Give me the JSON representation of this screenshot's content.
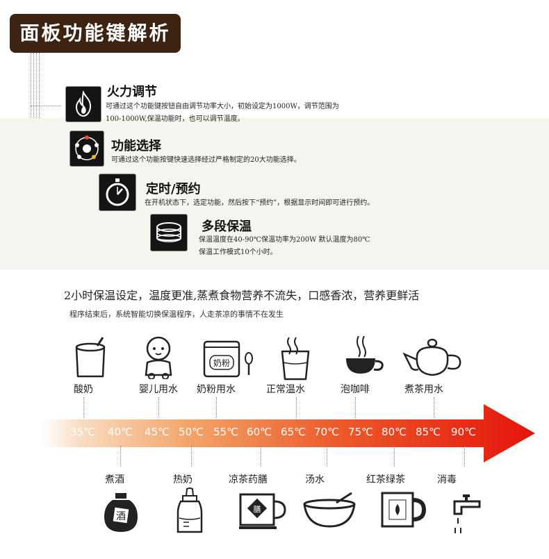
{
  "header": {
    "title": "面板功能键解析"
  },
  "functions": [
    {
      "name": "火力调节",
      "icon": "flame-icon",
      "desc": [
        "可通过这个功能键按钮自由调节功率大小，初始设定为1000W，调节范围为",
        "100-1000W,保温功能时，也可以调节温度。"
      ]
    },
    {
      "name": "功能选择",
      "icon": "function-wheel-icon",
      "desc": [
        "可通过这个功能按键快速选择经过严格制定的20大功能选择。"
      ]
    },
    {
      "name": "定时/预约",
      "icon": "stopwatch-icon",
      "desc": [
        "在开机状态下，选定功能，然后按下“预约”，根据显示时间即可进行预约。"
      ]
    },
    {
      "name": "多段保温",
      "icon": "stacked-pot-icon",
      "desc": [
        "保温温度在40-90℃保温功率为200W 默认温度为80℃",
        "保温工作模式10个小时。"
      ]
    }
  ],
  "warm": {
    "headline": "2小时保温设定，温度更准,蒸煮食物营养不流失，口感香浓，营养更鲜活",
    "subline": "程序结束后，系统智能切换保温程序，人走茶凉的事情不在发生"
  },
  "top_uses": [
    {
      "label": "酸奶",
      "icon": "yogurt-jar-icon"
    },
    {
      "label": "婴儿用水",
      "icon": "baby-icon"
    },
    {
      "label": "奶粉用水",
      "icon": "milk-powder-can-icon",
      "can_text": "奶粉"
    },
    {
      "label": "正常温水",
      "icon": "warm-water-glass-icon"
    },
    {
      "label": "泡咖啡",
      "icon": "coffee-cup-icon"
    },
    {
      "label": "煮茶用水",
      "icon": "teapot-icon"
    }
  ],
  "temperatures": [
    "35℃",
    "40℃",
    "45℃",
    "50℃",
    "55℃",
    "60℃",
    "65℃",
    "70℃",
    "75℃",
    "80℃",
    "85℃",
    "90℃"
  ],
  "bottom_uses": [
    {
      "label": "煮酒",
      "icon": "wine-jar-icon",
      "jar_text": "酒"
    },
    {
      "label": "热奶",
      "icon": "baby-bottle-icon"
    },
    {
      "label": "凉茶药膳",
      "icon": "herbal-mug-icon",
      "mug_text": "膳"
    },
    {
      "label": "汤水",
      "icon": "soup-bowl-icon"
    },
    {
      "label": "红茶绿茶",
      "icon": "tea-mug-icon"
    },
    {
      "label": "消毒",
      "icon": "faucet-icon"
    }
  ],
  "colors": {
    "brown": "#3d2311",
    "arrow_start": "#ffffff",
    "arrow_end": "#e5140d"
  }
}
